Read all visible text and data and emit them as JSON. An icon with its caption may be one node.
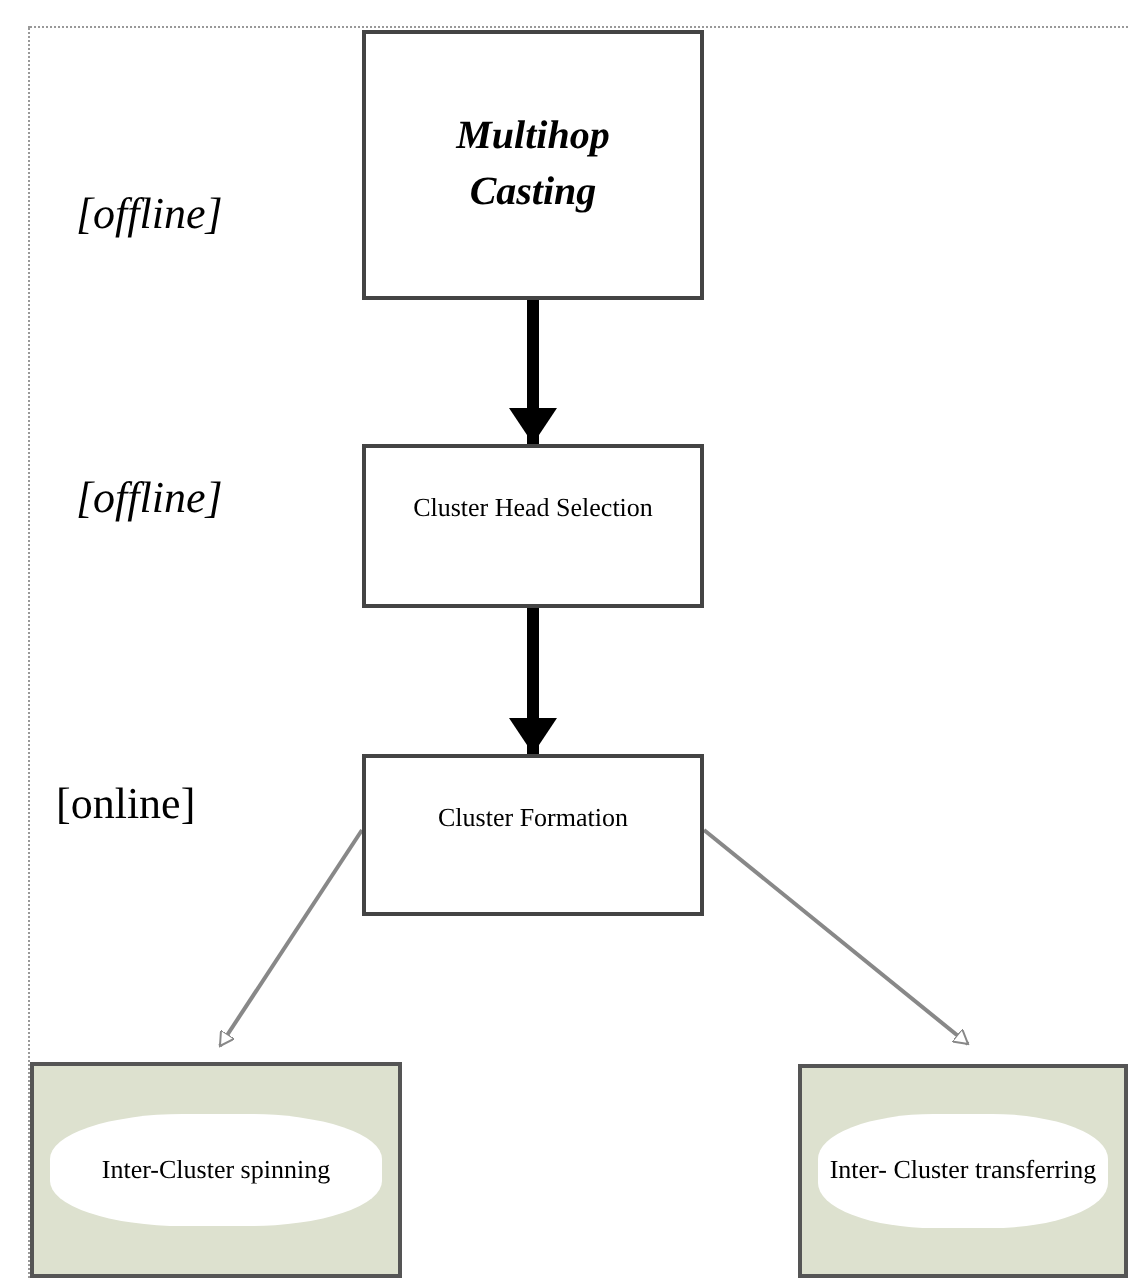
{
  "diagram": {
    "nodes": [
      {
        "text": [
          "Multihop Casting"
        ]
      },
      {
        "text": [
          "Cluster Head Selection"
        ]
      },
      {
        "text": [
          "Cluster Formation"
        ]
      },
      {
        "text": [
          "Inter-Cluster spinning"
        ]
      },
      {
        "text": [
          "Inter- Cluster transferring"
        ]
      }
    ],
    "edges": [
      {
        "from": 0,
        "to": 1,
        "arrow": "to",
        "style": "thick"
      },
      {
        "from": 1,
        "to": 2,
        "arrow": "to",
        "style": "thick"
      },
      {
        "from": 2,
        "to": 3,
        "arrow": "to",
        "color": "#888888"
      },
      {
        "from": 2,
        "to": 4,
        "arrow": "to",
        "color": "#888888"
      }
    ],
    "labels": [
      "[offline]",
      "[offline]",
      "[online]"
    ]
  }
}
